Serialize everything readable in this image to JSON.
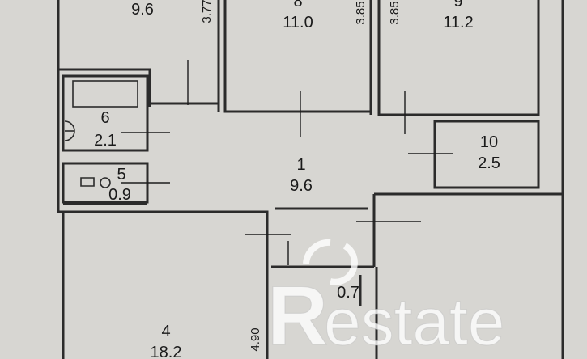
{
  "rooms": [
    {
      "number": "",
      "area": "9.6"
    },
    {
      "number": "8",
      "area": "11.0"
    },
    {
      "number": "9",
      "area": "11.2"
    },
    {
      "number": "6",
      "area": "2.1"
    },
    {
      "number": "10",
      "area": "2.5"
    },
    {
      "number": "5",
      "area": "0.9"
    },
    {
      "number": "1",
      "area": "9.6"
    },
    {
      "number": "4",
      "area": "18.2"
    },
    {
      "number": "",
      "area": "0.7"
    }
  ],
  "dimensions": [
    "3.77",
    "3.85",
    "3.85",
    "4.90"
  ],
  "watermark": {
    "letter": "R",
    "text": "estate"
  }
}
